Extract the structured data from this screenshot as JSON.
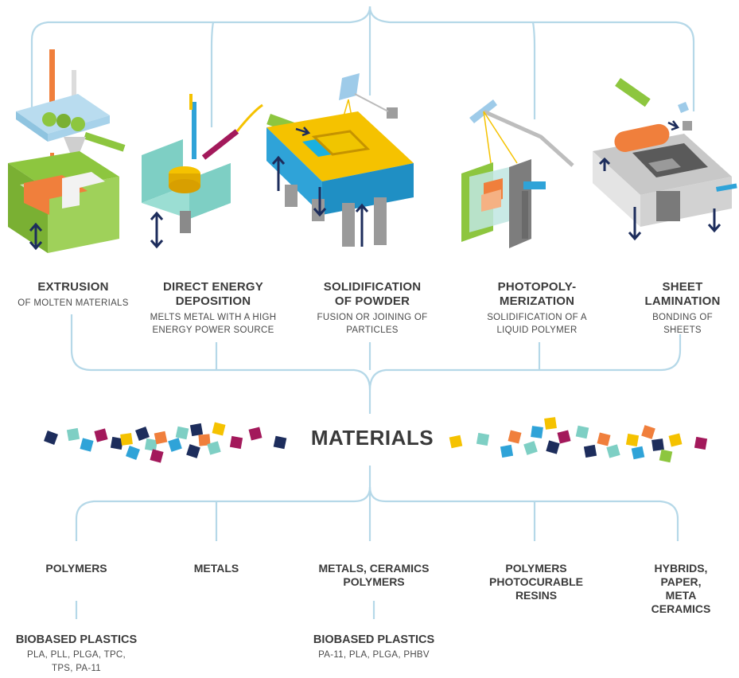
{
  "processes": [
    {
      "title": "EXTRUSION",
      "desc": "OF MOLTEN MATERIALS"
    },
    {
      "title": "DIRECT ENERGY\nDEPOSITION",
      "desc": "MELTS METAL WITH A HIGH\nENERGY POWER SOURCE"
    },
    {
      "title": "SOLIDIFICATION\nOF POWDER",
      "desc": "FUSION OR JOINING OF\nPARTICLES"
    },
    {
      "title": "PHOTOPOLY-\nMERIZATION",
      "desc": "SOLIDIFICATION OF A\nLIQUID POLYMER"
    },
    {
      "title": "SHEET\nLAMINATION",
      "desc": "BONDING OF SHEETS"
    }
  ],
  "materials_title": "MATERIALS",
  "materials": [
    "POLYMERS",
    "METALS",
    "METALS, CERAMICS\nPOLYMERS",
    "POLYMERS\nPHOTOCURABLE\nRESINS",
    "HYBRIDS,\nPAPER, META\nCERAMICS"
  ],
  "sub_materials": [
    {
      "title": "BIOBASED PLASTICS",
      "desc": "PLA, PLL, PLGA, TPC,\nTPS, PA-11"
    },
    {
      "title": "BIOBASED PLASTICS",
      "desc": "PA-11, PLA, PLGA, PHBV"
    }
  ],
  "colors": {
    "connector": "#b5d8e8",
    "navy": "#1d2d5c",
    "teal": "#7ecfc4",
    "magenta": "#a3195b",
    "yellow": "#f5c200",
    "orange": "#f07f3c",
    "blue": "#2fa3d8",
    "green": "#8dc63f"
  }
}
